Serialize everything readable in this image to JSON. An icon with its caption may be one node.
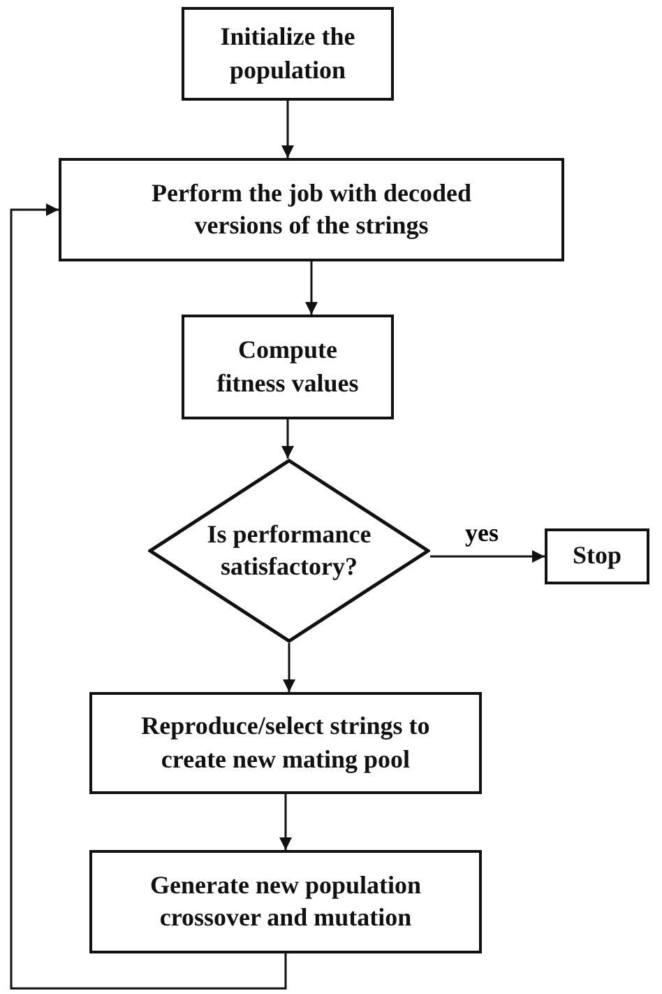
{
  "diagram": {
    "nodes": [
      {
        "text": [
          "Initialize the population"
        ]
      },
      {
        "text": [
          "Perform the job with decoded versions of the strings"
        ]
      },
      {
        "text": [
          "Compute fitness values"
        ]
      },
      {
        "text": [
          "Is performance satisfactory?"
        ]
      },
      {
        "text": [
          "Stop"
        ]
      },
      {
        "text": [
          "Reproduce/select strings to create new mating pool"
        ]
      },
      {
        "text": [
          "Generate new population crossover and mutation"
        ]
      }
    ],
    "edges": [
      {
        "from": 0,
        "to": 1,
        "arrow": "to"
      },
      {
        "from": 1,
        "to": 2,
        "arrow": "to"
      },
      {
        "from": 2,
        "to": 3,
        "arrow": "to"
      },
      {
        "from": 3,
        "to": 4,
        "arrow": "to",
        "label": "yes"
      },
      {
        "from": 3,
        "to": 5,
        "arrow": "to"
      },
      {
        "from": 5,
        "to": 6,
        "arrow": "to"
      },
      {
        "from": 6,
        "to": 1,
        "arrow": "to"
      }
    ]
  }
}
